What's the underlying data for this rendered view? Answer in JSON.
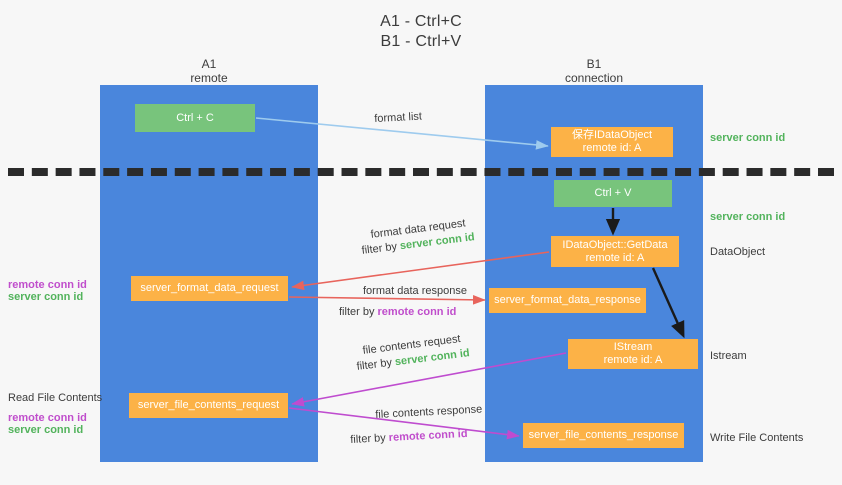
{
  "title": {
    "line1": "A1 - Ctrl+C",
    "line2": "B1 - Ctrl+V"
  },
  "lanes": [
    {
      "id": "A1",
      "name": "A1",
      "subtitle": "remote"
    },
    {
      "id": "B1",
      "name": "B1",
      "subtitle": "connection"
    }
  ],
  "nodes": {
    "ctrl_c": {
      "label": "Ctrl + C",
      "color": "#78c47c"
    },
    "save_idataobject": {
      "label": "保存IDataObject",
      "sub": "remote id: A",
      "color": "#fcb247"
    },
    "ctrl_v": {
      "label": "Ctrl + V",
      "color": "#78c47c"
    },
    "getdata": {
      "label": "IDataObject::GetData",
      "sub": "remote id: A",
      "color": "#fcb247"
    },
    "server_format_data_request": {
      "label": "server_format_data_request",
      "color": "#fcb247"
    },
    "server_format_data_response": {
      "label": "server_format_data_response",
      "color": "#fcb247"
    },
    "istream": {
      "label": "IStream",
      "sub": "remote id: A",
      "color": "#fcb247"
    },
    "server_file_contents_request": {
      "label": "server_file_contents_request",
      "color": "#fcb247"
    },
    "server_file_contents_response": {
      "label": "server_file_contents_response",
      "color": "#fcb247"
    }
  },
  "edge_labels": {
    "format_list": "format list",
    "format_data_request": "format data request",
    "format_data_request_filter_prefix": "filter by ",
    "format_data_request_filter_key": "server conn id",
    "format_data_response": "format data response",
    "format_data_response_filter_prefix": "filter by ",
    "format_data_response_filter_key": "remote conn id",
    "file_contents_request": "file contents request",
    "file_contents_request_filter_prefix": "filter by ",
    "file_contents_request_filter_key": "server conn id",
    "file_contents_response": "file contents response",
    "file_contents_response_filter_prefix": "filter by ",
    "file_contents_response_filter_key": "remote conn id"
  },
  "annotations": {
    "right": [
      {
        "text": "server conn id",
        "kind": "server"
      },
      {
        "text": "server conn id",
        "kind": "server"
      },
      {
        "text": "DataObject",
        "kind": "plain"
      },
      {
        "text": "Istream",
        "kind": "plain"
      },
      {
        "text": "Write File Contents",
        "kind": "plain"
      }
    ],
    "left": [
      {
        "text": "remote conn id",
        "kind": "remote"
      },
      {
        "text": "server conn id",
        "kind": "server"
      },
      {
        "text": "Read File Contents",
        "kind": "plain"
      },
      {
        "text": "remote conn id",
        "kind": "remote"
      },
      {
        "text": "server conn id",
        "kind": "server"
      }
    ]
  },
  "colors": {
    "background": "#f7f7f7",
    "lane": "#4a86dc",
    "green": "#78c47c",
    "orange": "#fcb247",
    "server_conn_id": "#52b35c",
    "remote_conn_id": "#c04ecc",
    "edge_format_list": "#9ecbee",
    "edge_format_data": "#e8645c",
    "edge_file_contents": "#bf4ccf",
    "edge_internal": "#1a1a1a",
    "separator": "#2b2b2b",
    "text": "#3c3c3c"
  }
}
